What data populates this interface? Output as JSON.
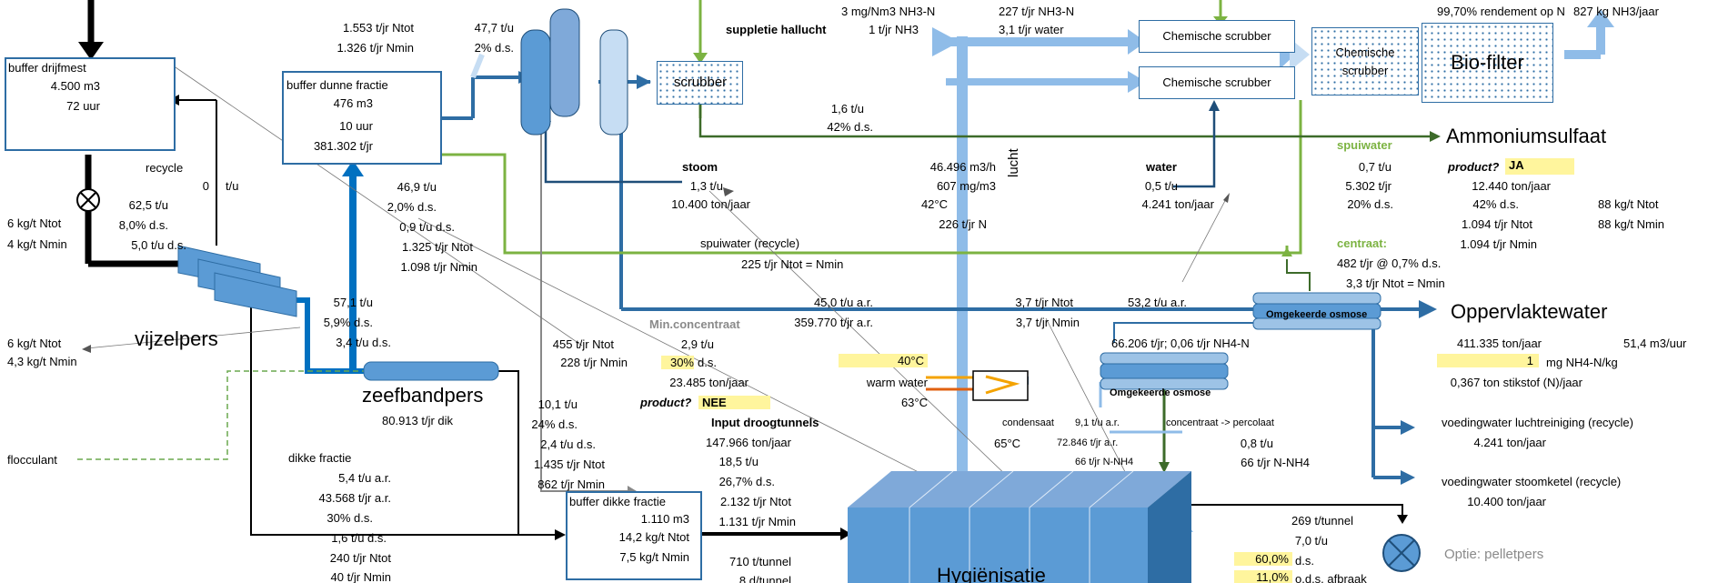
{
  "buffer_drijfmest": {
    "title": "buffer drijfmest",
    "vol": "4.500  m3",
    "time": "72  uur"
  },
  "buffer_dunne": {
    "title": "buffer dunne fractie",
    "l1": "476  m3",
    "l2": "10  uur",
    "l3": "381.302  t/jr"
  },
  "buffer_dikke": {
    "title": "buffer dikke fractie",
    "l1": "1.110  m3",
    "l2": "14,2  kg/t Ntot",
    "l3": "7,5  kg/t Nmin"
  },
  "scrubber": "scrubber",
  "chem_scrubber": "Chemische scrubber",
  "chem_scrubber_split": [
    "Chemische",
    "scrubber"
  ],
  "biofilter": "Bio-filter",
  "ammoniumsulfaat": "Ammoniumsulfaat",
  "oppervlaktewater": "Oppervlaktewater",
  "vijzelpers": "vijzelpers",
  "zeefbandpers": "zeefbandpers",
  "zeefband_sub": "80.913  t/jr dik",
  "hygienisatie": "Hygiënisatie",
  "omgekeerde_osmose": "Omgekeerde osmose",
  "lucht": "lucht",
  "recycle": "recycle",
  "recycle_val": "0",
  "recycle_unit": "t/u",
  "mest_left": [
    "6 kg/t Ntot",
    "4 kg/t Nmin"
  ],
  "mest_vals": [
    "62,5  t/u",
    "8,0%  d.s.",
    "5,0  t/u d.s."
  ],
  "vijzel_left": [
    "6 kg/t Ntot",
    "4,3 kg/t Nmin"
  ],
  "vijzel_vals": [
    "57,1  t/u",
    "5,9%  d.s.",
    "3,4  t/u d.s."
  ],
  "dun_vals": [
    "46,9  t/u",
    "2,0%  d.s.",
    "0,9  t/u d.s.",
    "1.325  t/jr Ntot",
    "1.098  t/jr Nmin"
  ],
  "top_left_vals": [
    "1.553  t/jr Ntot",
    "1.326  t/jr Nmin"
  ],
  "top_mid_vals": [
    "47,7  t/u",
    "2%  d.s."
  ],
  "flocculant": "flocculant",
  "dikke_fractie": {
    "title": "dikke fractie",
    "vals": [
      "5,4  t/u a.r.",
      "43.568  t/jr a.r.",
      "30%  d.s.",
      "1,6  t/u d.s.",
      "240  t/jr Ntot",
      "40  t/jr Nmin"
    ]
  },
  "zeef_right_vals": [
    "10,1  t/u",
    "24%  d.s.",
    "2,4  t/u d.s.",
    "1.435  t/jr Ntot",
    "862  t/jr Nmin"
  ],
  "min_conc": {
    "title": "Min.concentraat",
    "n1": "455  t/jr Ntot",
    "n2": "228    t/jr Nmin",
    "v1": "2,9  t/u",
    "v2": "30%",
    "v2b": "d.s.",
    "v3": "23.485  ton/jaar",
    "product_q": "product?",
    "product_a": "NEE"
  },
  "droog": {
    "title": "Input droogtunnels",
    "vals": [
      "147.966  ton/jaar",
      "18,5  t/u",
      "26,7%  d.s.",
      "2.132  t/jr Ntot",
      "1.131  t/jr Nmin"
    ],
    "tun1": "710  t/tunnel",
    "tun2": "8  d/tunnel"
  },
  "suppletie": "suppletie hallucht",
  "nh3_line": [
    "3  mg/Nm3 NH3-N",
    "1  t/jr NH3"
  ],
  "nh3_right": [
    "227  t/jr NH3-N",
    "3,1  t/jr water"
  ],
  "rendement": "99,70%  rendement op N",
  "kg_nh3": "827  kg NH3/jaar",
  "scrub_under": [
    "1,6  t/u",
    "42%  d.s."
  ],
  "stoom": {
    "title": "stoom",
    "vals": [
      "1,3  t/u",
      "10.400  ton/jaar"
    ]
  },
  "lucht_vals": [
    "46.496  m3/h",
    "607  mg/m3",
    "42°C",
    "226  t/jr N"
  ],
  "water": {
    "title": "water",
    "vals": [
      "0,5  t/u",
      "4.241  ton/jaar"
    ]
  },
  "spuiwater": {
    "title": "spuiwater",
    "vals": [
      "0,7  t/u",
      "5.302  t/jr",
      "20%  d.s."
    ]
  },
  "product_top": {
    "q": "product?",
    "a": "JA",
    "vals": [
      "12.440  ton/jaar",
      "42%  d.s.",
      "1.094  t/jr Ntot",
      "1.094  t/jr Nmin"
    ]
  },
  "far_right": [
    "88  kg/t Ntot",
    "88  kg/t Nmin"
  ],
  "centraat": {
    "title": "centraat:",
    "vals": [
      "482  t/jr @ 0,7% d.s.",
      "3,3  t/jr Ntot = Nmin"
    ]
  },
  "spuiwater_recycle": "spuiwater (recycle)",
  "spuiwater_recycle_val": "225  t/jr Ntot = Nmin",
  "ar_line": [
    "45,0  t/u a.r.",
    "359.770  t/jr a.r."
  ],
  "ntot_line": [
    "3,7  t/jr Ntot",
    "3,7  t/jr Nmin"
  ],
  "ar_right": "53,2  t/u a.r.",
  "nh4_line": "66.206  t/jr; 0,06 t/jr NH4-N",
  "opp_vals": [
    "411.335  ton/jaar",
    "1",
    "mg NH4-N/kg",
    "0,367  ton stikstof (N)/jaar"
  ],
  "m3_uur": "51,4  m3/uur",
  "warm": {
    "t40": "40°C",
    "label": "warm water",
    "t63": "63°C"
  },
  "condensaat": {
    "l1": "condensaat",
    "v1": "9,1  t/u a.r.",
    "v2": "72.846  t/jr a.r.",
    "v3": "66  t/jr N-NH4",
    "t": "65°C"
  },
  "conc_perc": {
    "l1": "concentraat -> percolaat",
    "v1": "0,8  t/u",
    "v2": "66  t/jr N-NH4"
  },
  "voeding1": {
    "title": "voedingwater luchtreiniging (recycle)",
    "val": "4.241  ton/jaar"
  },
  "voeding2": {
    "title": "voedingwater stoomketel (recycle)",
    "val": "10.400  ton/jaar"
  },
  "tunnel_right": [
    "269  t/tunnel",
    "7,0  t/u",
    "60,0%",
    "d.s.",
    "11,0%",
    "o.d.s. afbraak"
  ],
  "optie": "Optie: pelletpers"
}
